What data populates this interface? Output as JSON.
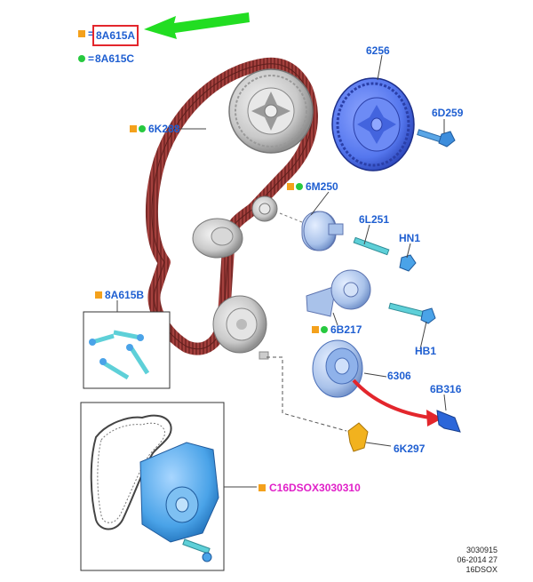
{
  "legend": {
    "item1": {
      "marker": "orange-square",
      "sign": "=",
      "code": "8A615A"
    },
    "item2": {
      "marker": "green-dot",
      "sign": "=",
      "code": "8A615C"
    }
  },
  "parts": {
    "cam_pulley_blue": "6256",
    "pulley_bolt": "6D259",
    "timing_belt": "6K288",
    "tensioner": "6M250",
    "tensioner_stud": "6L251",
    "nut": "HN1",
    "idler_bracket": "6B217",
    "bracket_bolt": "HB1",
    "crank_pulley": "6306",
    "crank_key": "6B316",
    "belt_guide": "6K297",
    "bolt_kit": "8A615B",
    "water_pump": "C16DSOX3030310"
  },
  "stamp": {
    "line1": "3030915",
    "line2": "06-2014 27",
    "line3": "16DSOX"
  },
  "colors": {
    "label_blue": "#1f5fd1",
    "kit_orange": "#f4a11c",
    "kit_green": "#27c93f",
    "highlight_red": "#e3262c",
    "arrow_green": "#22dd22",
    "belt": "#a4403d",
    "part_blue": "#5577ee",
    "part_light": "#b3ccec",
    "pump_blue": "#4aa3e8",
    "magenta": "#e020c8",
    "guide_yellow": "#f2b21e"
  }
}
